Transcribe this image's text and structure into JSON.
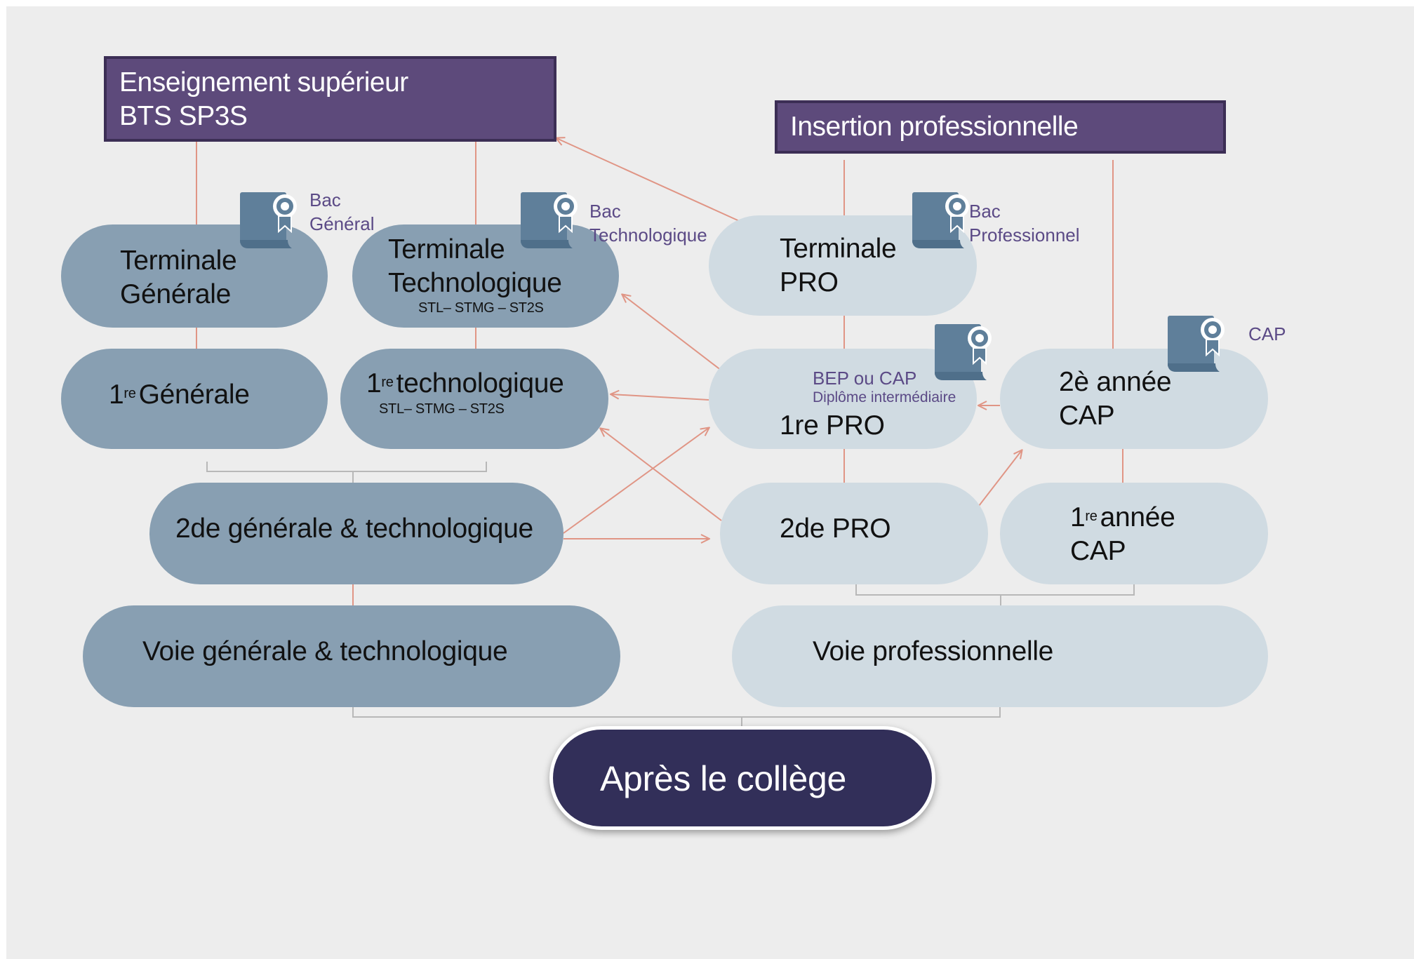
{
  "top_boxes": {
    "higher_ed": {
      "line1": "Enseignement supérieur",
      "line2": "BTS SP3S"
    },
    "insertion": {
      "label": "Insertion professionnelle"
    }
  },
  "general_track": {
    "terminale_generale": {
      "line1": "Terminale",
      "line2": "Générale"
    },
    "terminale_techno": {
      "line1": "Terminale",
      "line2": "Technologique",
      "sub": "STL– STMG – ST2S"
    },
    "premiere_generale": {
      "sup": "re",
      "num": "1",
      "label": "Générale"
    },
    "premiere_techno": {
      "sup": "re",
      "num": "1",
      "label": "technologique",
      "sub": "STL– STMG – ST2S"
    },
    "seconde_gt": {
      "label": "2de générale & technologique"
    },
    "voie_gt": {
      "label": "Voie générale & technologique"
    }
  },
  "pro_track": {
    "terminale_pro": {
      "line1": "Terminale",
      "line2": "PRO"
    },
    "premiere_pro": {
      "label": "1re PRO"
    },
    "seconde_pro": {
      "label": "2de PRO"
    },
    "cap_2": {
      "line1": "2è année",
      "line2": "CAP"
    },
    "cap_1": {
      "num": "1",
      "sup": "re",
      "label": "année",
      "line2": "CAP"
    },
    "voie_pro": {
      "label": "Voie professionnelle"
    }
  },
  "diplomas": {
    "bac_general": {
      "line1": "Bac",
      "line2": "Général"
    },
    "bac_techno": {
      "line1": "Bac",
      "line2": "Technologique"
    },
    "bac_pro": {
      "line1": "Bac",
      "line2": "Professionnel"
    },
    "cap": {
      "label": "CAP"
    },
    "bep_cap": {
      "line1": "BEP ou CAP",
      "line2": "Diplôme intermédiaire"
    }
  },
  "root": {
    "label": "Après le collège"
  },
  "colors": {
    "purple_box": "#5d4a7b",
    "dark_pill": "#889fb2",
    "light_pill": "#d0dbe2",
    "root": "#322f59",
    "arrow": "#e09585",
    "bracket": "#b8b8b8",
    "diploma_label": "#5b4a86",
    "cert_icon": "#5f7f9a"
  },
  "icons": [
    "certificate-icon"
  ]
}
